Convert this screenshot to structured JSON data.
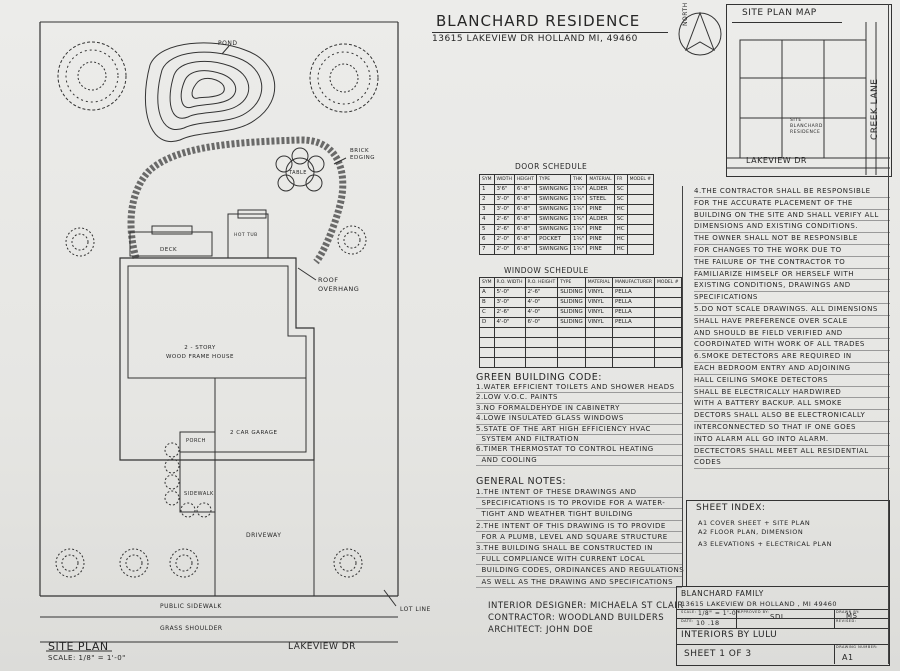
{
  "header": {
    "title": "BLANCHARD RESIDENCE",
    "address": "13615 LAKEVIEW DR   HOLLAND  MI,  49460",
    "north": "NORTH"
  },
  "site_plan": {
    "labels": {
      "pond": "POND",
      "brick_edging": "BRICK\nEDGING",
      "table": "TABLE",
      "hot_tub": "HOT TUB",
      "deck": "DECK",
      "roof_overhang": "ROOF\nOVERHANG",
      "house": "2 - STORY\nWOOD FRAME HOUSE",
      "garage": "2 CAR GARAGE",
      "porch": "PORCH",
      "sidewalk": "SIDEWALK",
      "driveway": "DRIVEWAY",
      "public_sidewalk": "PUBLIC SIDEWALK",
      "grass_shoulder": "GRASS SHOULDER",
      "lot_line": "LOT LINE",
      "street": "LAKEVIEW DR"
    },
    "title": "SITE PLAN",
    "scale": "SCALE: 1/8\" = 1'-0\""
  },
  "site_map": {
    "title": "SITE PLAN MAP",
    "creek": "CREEK LANE",
    "street": "LAKEVIEW DR",
    "residence": "SITE\nBLANCHARD\nRESIDENCE"
  },
  "door_schedule": {
    "title": "DOOR SCHEDULE",
    "headers": [
      "SYM",
      "WIDTH",
      "HEIGHT",
      "TYPE",
      "THK",
      "MATERIAL",
      "FR",
      "MODEL #"
    ],
    "rows": [
      [
        "1",
        "3'6\"",
        "6'-8\"",
        "SWINGING",
        "1¾\"",
        "ALDER",
        "SC",
        ""
      ],
      [
        "2",
        "3'-0\"",
        "6'-8\"",
        "SWINGING",
        "1¾\"",
        "STEEL",
        "SC",
        ""
      ],
      [
        "3",
        "3'-0\"",
        "6'-8\"",
        "SWINGING",
        "1¾\"",
        "PINE",
        "HC",
        ""
      ],
      [
        "4",
        "2'-6\"",
        "6'-8\"",
        "SWINGING",
        "1¾\"",
        "ALDER",
        "SC",
        ""
      ],
      [
        "5",
        "2'-6\"",
        "6'-8\"",
        "SWINGING",
        "1¾\"",
        "PINE",
        "HC",
        ""
      ],
      [
        "6",
        "2'-0\"",
        "6'-8\"",
        "POCKET",
        "1¾\"",
        "PINE",
        "HC",
        ""
      ],
      [
        "7",
        "2'-0\"",
        "6'-8\"",
        "SWINGING",
        "1¾\"",
        "PINE",
        "HC",
        ""
      ]
    ]
  },
  "window_schedule": {
    "title": "WINDOW SCHEDULE",
    "headers": [
      "SYM",
      "R.O. WIDTH",
      "R.O. HEIGHT",
      "TYPE",
      "MATERIAL",
      "MANUFACTURER",
      "MODEL #"
    ],
    "rows": [
      [
        "A",
        "5'-0\"",
        "2'-6\"",
        "SLIDING",
        "VINYL",
        "PELLA",
        ""
      ],
      [
        "B",
        "3'-0\"",
        "4'-0\"",
        "SLIDING",
        "VINYL",
        "PELLA",
        ""
      ],
      [
        "C",
        "2'-6\"",
        "4'-0\"",
        "SLIDING",
        "VINYL",
        "PELLA",
        ""
      ],
      [
        "D",
        "4'-0\"",
        "6'-0\"",
        "SLIDING",
        "VINYL",
        "PELLA",
        ""
      ],
      [
        "",
        "",
        "",
        "",
        "",
        "",
        ""
      ],
      [
        "",
        "",
        "",
        "",
        "",
        "",
        ""
      ],
      [
        "",
        "",
        "",
        "",
        "",
        "",
        ""
      ],
      [
        "",
        "",
        "",
        "",
        "",
        "",
        ""
      ]
    ]
  },
  "green_code": {
    "title": "GREEN BUILDING CODE:",
    "items": [
      "1.WATER EFFICIENT TOILETS AND SHOWER HEADS",
      "2.LOW V.O.C. PAINTS",
      "3.NO FORMALDEHYDE IN CABINETRY",
      "4.LOWE INSULATED GLASS WINDOWS",
      "5.STATE OF THE ART HIGH EFFICIENCY HVAC",
      "  SYSTEM AND FILTRATION",
      "6.TIMER THERMOSTAT TO CONTROL HEATING",
      "  AND COOLING"
    ]
  },
  "general_notes": {
    "title": "GENERAL NOTES:",
    "items": [
      "1.THE INTENT OF THESE DRAWINGS AND",
      "  SPECIFICATIONS IS TO PROVIDE FOR A WATER-",
      "  TIGHT AND WEATHER TIGHT BUILDING",
      "2.THE INTENT OF THIS DRAWING IS TO PROVIDE",
      "  FOR A PLUMB, LEVEL AND SQUARE STRUCTURE",
      "3.THE BUILDING SHALL BE CONSTRUCTED IN",
      "  FULL COMPLIANCE WITH CURRENT LOCAL",
      "  BUILDING CODES, ORDINANCES AND REGULATIONS",
      "  AS WELL AS THE DRAWING AND SPECIFICATIONS"
    ]
  },
  "contractor_notes": [
    "4.THE CONTRACTOR SHALL BE RESPONSIBLE",
    "FOR THE ACCURATE PLACEMENT OF THE",
    "BUILDING ON THE SITE AND SHALL VERIFY ALL",
    "DIMENSIONS AND EXISTING CONDITIONS.",
    "THE OWNER SHALL NOT BE RESPONSIBLE",
    "FOR CHANGES TO THE WORK DUE TO",
    "THE FAILURE OF THE CONTRACTOR TO",
    "FAMILIARIZE HIMSELF OR HERSELF WITH",
    "EXISTING CONDITIONS, DRAWINGS AND",
    "SPECIFICATIONS",
    "5.DO NOT SCALE DRAWINGS. ALL DIMENSIONS",
    "SHALL HAVE PREFERENCE OVER SCALE",
    "AND SHOULD BE FIELD VERIFIED AND",
    "COORDINATED WITH WORK OF ALL TRADES",
    "6.SMOKE DETECTORS ARE REQUIRED IN",
    "EACH BEDROOM ENTRY AND ADJOINING",
    "HALL CEILING SMOKE DETECTORS",
    "SHALL BE ELECTRICALLY HARDWIRED",
    "WITH A BATTERY BACKUP. ALL SMOKE",
    "DECTORS SHALL ALSO BE ELECTRONICALLY",
    "INTERCONNECTED SO THAT IF ONE GOES",
    "INTO ALARM ALL GO INTO ALARM.",
    "DECTECTORS SHALL MEET ALL RESIDENTIAL",
    "CODES"
  ],
  "sheet_index": {
    "title": "SHEET INDEX:",
    "items": [
      "A1 COVER SHEET + SITE PLAN",
      "A2 FLOOR PLAN, DIMENSION",
      "A3 ELEVATIONS + ELECTRICAL PLAN"
    ]
  },
  "credits": [
    "INTERIOR DESIGNER: MICHAELA ST CLAIR",
    "CONTRACTOR: WOODLAND BUILDERS",
    "ARCHITECT: JOHN DOE"
  ],
  "title_block": {
    "client": "BLANCHARD FAMILY",
    "address": "13615 LAKEVIEW DR  HOLLAND , MI   49460",
    "scale_label": "SCALE:",
    "scale": "1/8\" = 1'-0\"",
    "approved_label": "APPROVED BY:",
    "approved": "SDL",
    "drawn_label": "DRAWN BY:",
    "drawn": "MS",
    "date_label": "DATE:",
    "date": "10 .18",
    "revised_label": "REVISED:",
    "firm": "INTERIORS BY  LULU",
    "sheet": "SHEET  1  OF  3",
    "drawing_no_label": "DRAWING NUMBER:",
    "drawing_no": "A1"
  }
}
